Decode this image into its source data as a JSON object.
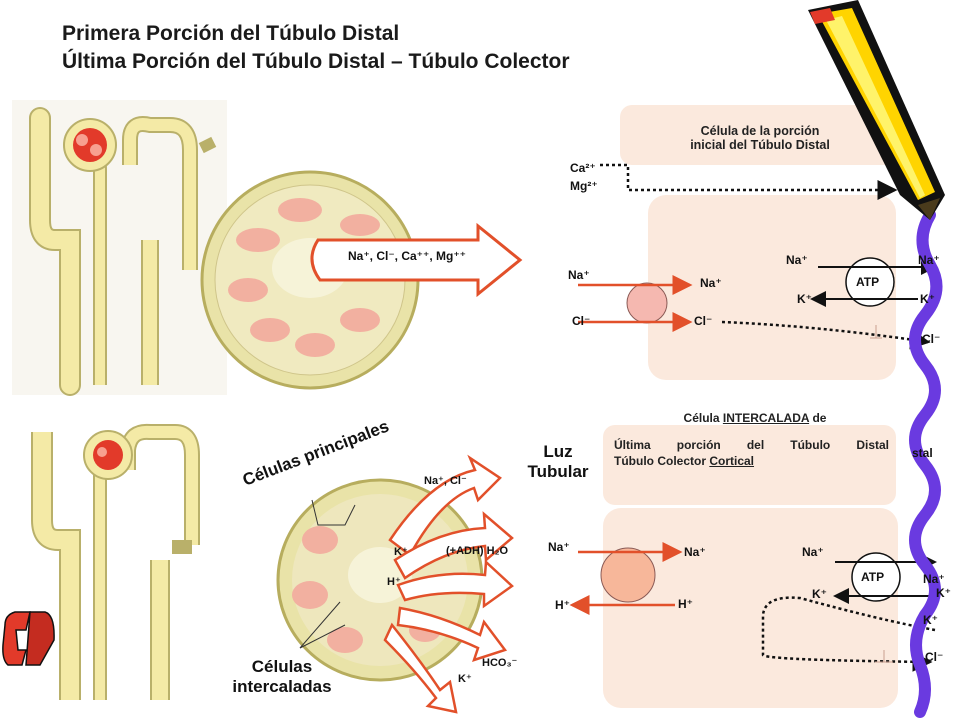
{
  "title_line1": "Primera Porción del Túbulo Distal",
  "title_line2": "Última Porción del Túbulo Distal – Túbulo Colector",
  "cross_section_1_arrow_text": "Na⁺, Cl⁻, Ca⁺⁺, Mg⁺⁺",
  "cross_section_2": {
    "label_principal": "Células principales",
    "label_intercalated_line1": "Células",
    "label_intercalated_line2": "intercaladas",
    "arrow_labels": [
      "Na⁺, Cl⁻",
      "K⁺",
      "(+ADH) H₂O",
      "H⁺",
      "HCO₃⁻",
      "K⁺"
    ]
  },
  "luz_tubular": {
    "line1": "Luz",
    "line2": "Tubular"
  },
  "cell_top": {
    "caption_line1": "Célula de la porción",
    "caption_line2": "inicial del Túbulo Distal",
    "ions_left": [
      "Ca²⁺",
      "Mg²⁺",
      "Na⁺",
      "Cl⁻"
    ],
    "ions_inside": [
      "Na⁺",
      "Cl⁻",
      "Na⁺",
      "K⁺"
    ],
    "ions_right": [
      "Na⁺",
      "K⁺",
      "Cl⁻"
    ],
    "atp": "ATP"
  },
  "cell_bottom": {
    "caption_top_prefix": "Célula ",
    "caption_top_underlined": "INTERCALADA",
    "caption_top_suffix": " de",
    "caption_line1": "Última porción del Túbulo Distal",
    "caption_line2_prefix": "Túbulo Colector ",
    "caption_line2_underlined": "Cortical",
    "ions_left": [
      "Na⁺",
      "H⁺"
    ],
    "ions_inside": [
      "Na⁺",
      "H⁺",
      "Na⁺",
      "K⁺"
    ],
    "ions_right": [
      "Na⁺",
      "K⁺",
      "K⁺",
      "Cl⁻"
    ],
    "atp": "ATP",
    "partial_text": "stal"
  },
  "colors": {
    "tubule": "#f4eaa6",
    "tubule_outline": "#b9b06a",
    "cell_fill": "#fbe9dd",
    "arrow_red": "#e2502a",
    "glomerulus": "#e23a2a",
    "pencil_yellow": "#ffd400",
    "wave_purple": "#6a3ae0"
  }
}
